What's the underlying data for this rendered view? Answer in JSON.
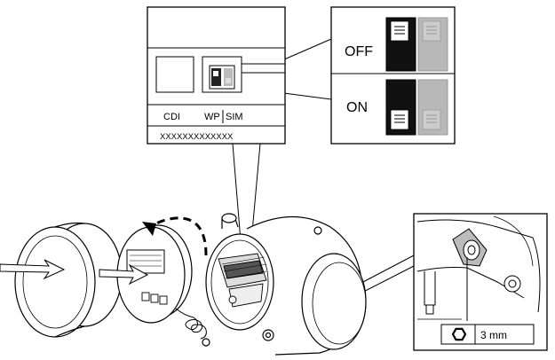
{
  "pcb_labels": {
    "cdi": "CDI",
    "wp": "WP",
    "sim": "SIM",
    "serial": "XXXXXXXXXXXXX"
  },
  "switch_states": {
    "off": "OFF",
    "on": "ON"
  },
  "tool": {
    "icon": "hex-key-icon",
    "size": "3 mm"
  },
  "colors": {
    "line": "#000000",
    "switch_active": "#111111",
    "switch_inactive": "#b8b8b8",
    "panel_fill": "#ffffff"
  }
}
